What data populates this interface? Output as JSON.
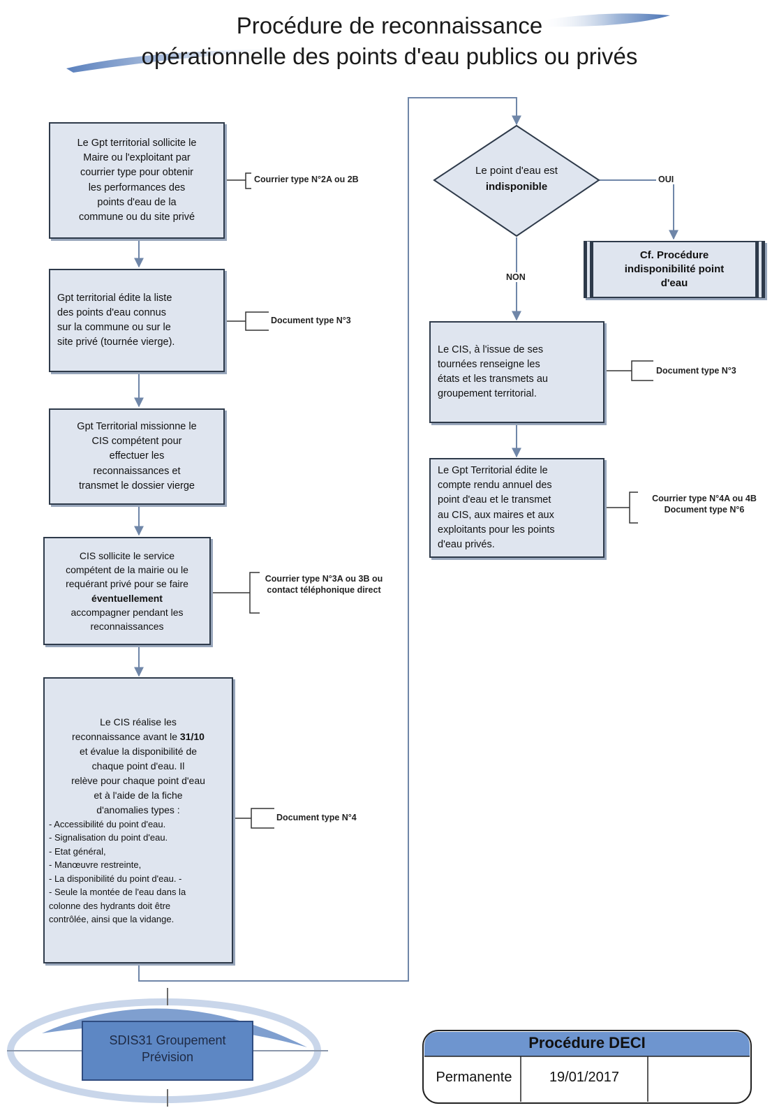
{
  "title": {
    "line1": "Procédure de reconnaissance",
    "line2": "opérationnelle des points d'eau publics ou privés"
  },
  "steps": {
    "step1": [
      "Le Gpt territorial sollicite le",
      "Maire ou l'exploitant par",
      "courrier type pour obtenir",
      "les performances des",
      "points d'eau de la",
      "commune ou du site privé"
    ],
    "step2": [
      "Gpt territorial édite la liste",
      "des points d'eau connus",
      "sur la commune ou sur le",
      "site privé (tournée vierge)."
    ],
    "step3": [
      "Gpt Territorial missionne le",
      "CIS compétent pour",
      "effectuer les",
      "reconnaissances et",
      "transmet le dossier vierge"
    ],
    "step4": {
      "lines_before": [
        "CIS sollicite le service",
        "compétent de la mairie ou le",
        "requérant privé pour se faire"
      ],
      "bold": "éventuellement",
      "lines_after": [
        "accompagner pendant les",
        "reconnaissances"
      ]
    },
    "step5": {
      "intro_a": "Le CIS réalise les",
      "intro_b": "reconnaissance avant le ",
      "date_bold": "31/10",
      "intro_c": [
        "et évalue la disponibilité de",
        "chaque point d'eau. Il",
        "relève pour chaque point d'eau",
        "et à l'aide de la fiche",
        "d'anomalies types :"
      ],
      "list": [
        "- Accessibilité du point d'eau.",
        "- Signalisation du point d'eau.",
        "- Etat général,",
        "- Manœuvre restreinte,",
        "- La disponibilité du point d'eau. -",
        "- Seule la montée de l'eau dans la",
        "colonne des hydrants doit être",
        "contrôlée, ainsi que la vidange."
      ]
    },
    "decision": {
      "line1": "Le point d'eau est",
      "line2": "indisponible",
      "yes": "OUI",
      "no": "NON"
    },
    "indispo": [
      "Cf. Procédure",
      "indisponibilité point",
      "d'eau"
    ],
    "step6": [
      "Le CIS, à l'issue de ses",
      "tournées renseigne les",
      "états et les transmets au",
      "groupement territorial."
    ],
    "step7": [
      "Le Gpt Territorial édite le",
      "compte rendu annuel des",
      "point d'eau et le transmet",
      "au CIS, aux maires et aux",
      "exploitants pour les points",
      "d'eau privés."
    ]
  },
  "refs": {
    "ref1": "Courrier type N°2A ou 2B",
    "ref2": "Document type N°3",
    "ref3": [
      "Courrier type N°3A ou",
      "3B ou contact",
      "téléphonique direct"
    ],
    "ref4": "Document type N°4",
    "ref5": "Document type N°3",
    "ref6": [
      "Courrier type N°4A ou 4B",
      "Document type N°6"
    ]
  },
  "logo": {
    "line1": "SDIS31",
    "line2": "Groupement Prévision"
  },
  "footer": {
    "title": "Procédure DECI",
    "status": "Permanente",
    "date": "19/01/2017",
    "extra": ""
  },
  "colors": {
    "box_fill": "#dfe5ef",
    "box_border": "#2e3a4a",
    "arrow": "#6f86a8",
    "swoosh": "#4a73b5"
  }
}
